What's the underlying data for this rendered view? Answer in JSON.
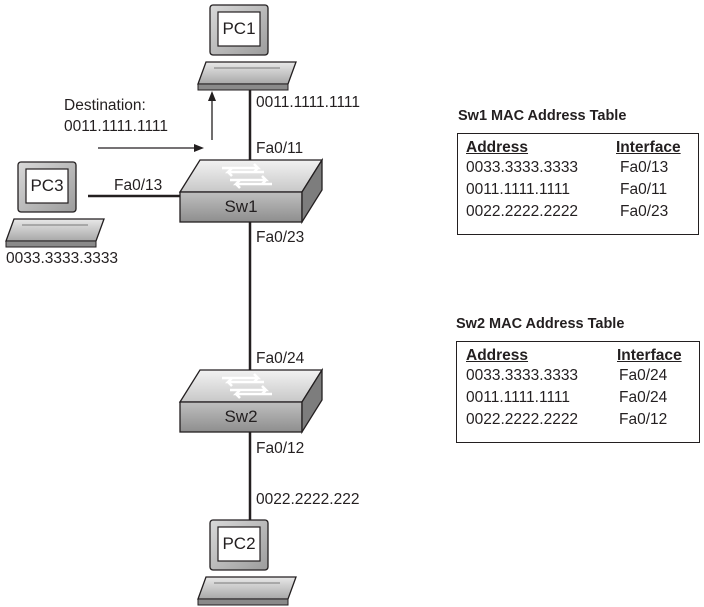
{
  "devices": {
    "pc1": "PC1",
    "pc2": "PC2",
    "pc3": "PC3",
    "sw1": "Sw1",
    "sw2": "Sw2"
  },
  "labels": {
    "destination_caption": "Destination:",
    "destination_mac": "0011.1111.1111",
    "pc1_mac": "0011.1111.1111",
    "pc3_mac": "0033.3333.3333",
    "pc2_mac": "0022.2222.222",
    "sw1_port_pc1": "Fa0/11",
    "sw1_port_pc3": "Fa0/13",
    "sw1_port_uplink": "Fa0/23",
    "sw2_port_uplink": "Fa0/24",
    "sw2_port_pc2": "Fa0/12"
  },
  "tables": [
    {
      "title": "Sw1 MAC Address Table",
      "headers": [
        "Address",
        "Interface"
      ],
      "rows": [
        [
          "0033.3333.3333",
          "Fa0/13"
        ],
        [
          "0011.1111.1111",
          "Fa0/11"
        ],
        [
          "0022.2222.2222",
          "Fa0/23"
        ]
      ]
    },
    {
      "title": "Sw2 MAC Address Table",
      "headers": [
        "Address",
        "Interface"
      ],
      "rows": [
        [
          "0033.3333.3333",
          "Fa0/24"
        ],
        [
          "0011.1111.1111",
          "Fa0/24"
        ],
        [
          "0022.2222.2222",
          "Fa0/12"
        ]
      ]
    }
  ],
  "colors": {
    "line": "#231f20",
    "device_fill": "#e6e6e6",
    "device_dark": "#9a9a9a"
  }
}
